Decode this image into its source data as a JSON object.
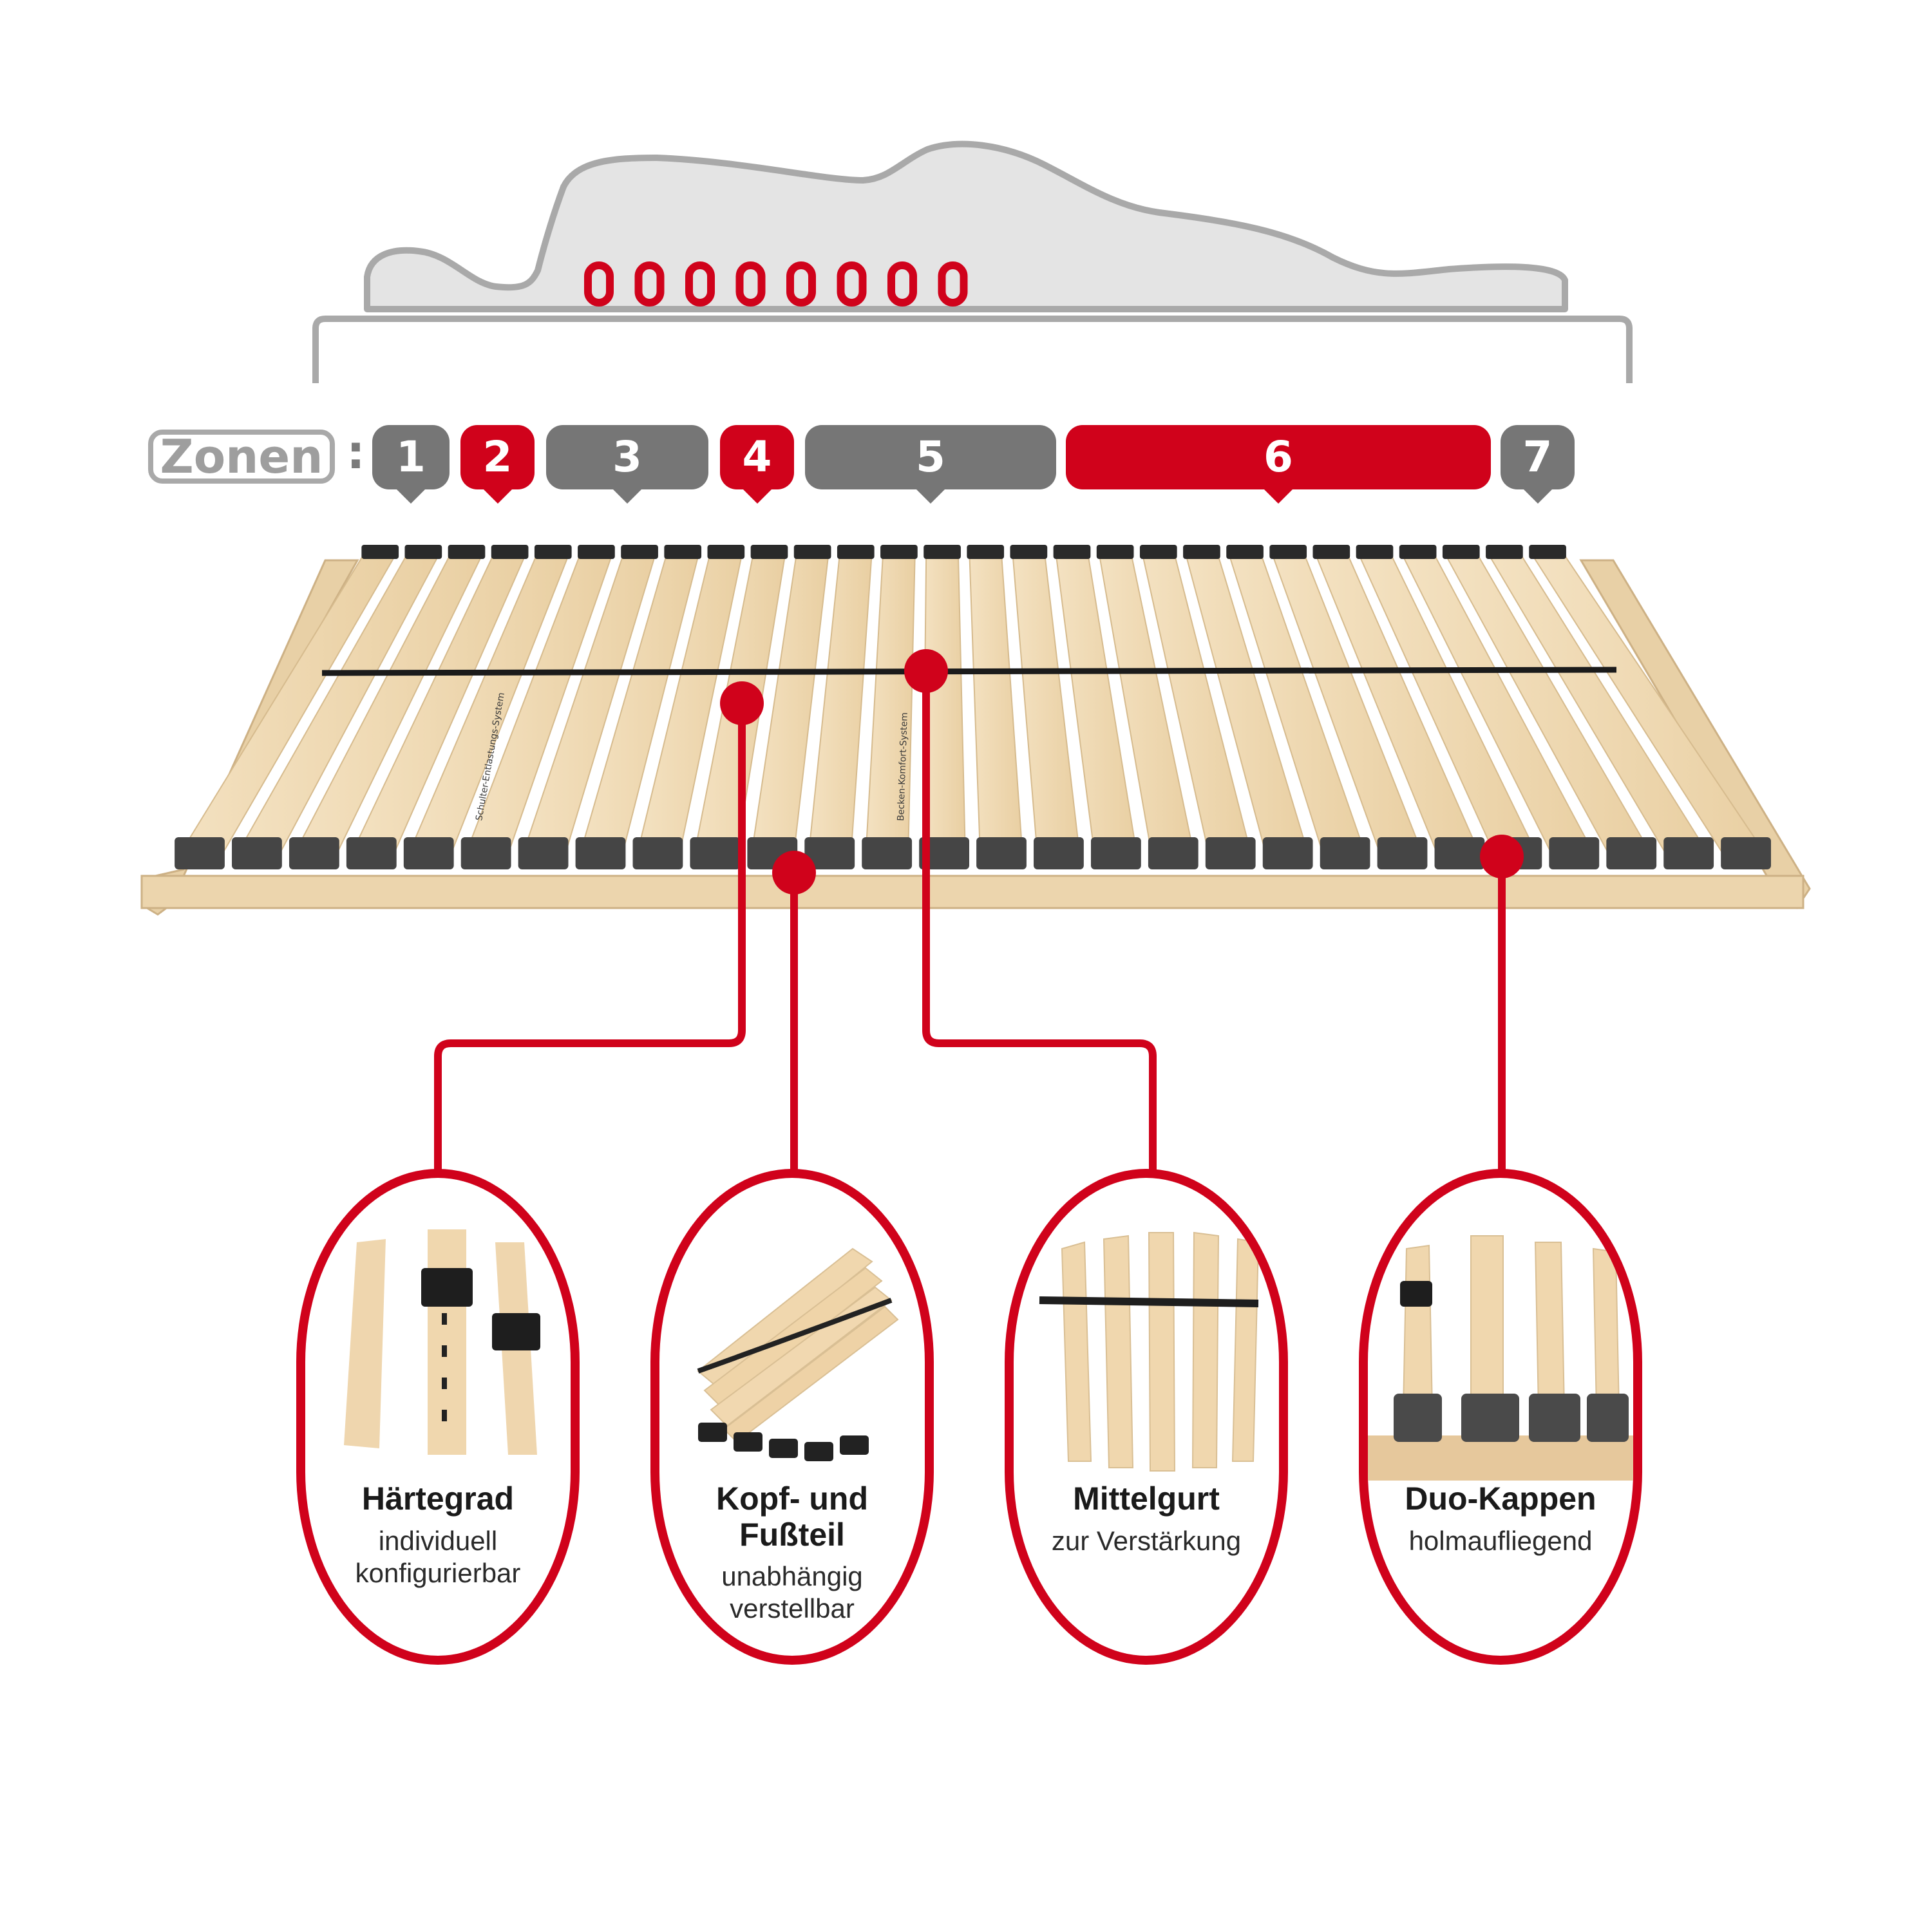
{
  "colors": {
    "accent": "#d0021b",
    "zone_grey": "#767676",
    "outline_grey": "#a9a9a9",
    "silhouette_fill": "#e4e4e4",
    "wood": "#f1dcb8",
    "cap_black": "#2a2a2a"
  },
  "diagram": {
    "marker_count": 8,
    "zones_label": "Zonen",
    "zones": [
      {
        "label": "1",
        "highlight": false
      },
      {
        "label": "2",
        "highlight": true
      },
      {
        "label": "3",
        "highlight": false
      },
      {
        "label": "4",
        "highlight": true
      },
      {
        "label": "5",
        "highlight": false
      },
      {
        "label": "6",
        "highlight": true
      },
      {
        "label": "7",
        "highlight": false
      }
    ]
  },
  "frame": {
    "slat_count": 28,
    "slat_labels": [
      "Schulter-Entlastungs-System",
      "Becken-Komfort-System"
    ]
  },
  "features": [
    {
      "title": "Härtegrad",
      "subtitle": [
        "individuell",
        "konfigurierbar"
      ],
      "icon": "adjustable-firmness-slider"
    },
    {
      "title": "Kopf- und Fußteil",
      "title_lines": [
        "Kopf- und",
        "Fußteil"
      ],
      "subtitle": [
        "unabhängig",
        "verstellbar"
      ],
      "icon": "adjustable-head-foot"
    },
    {
      "title": "Mittelgurt",
      "subtitle": [
        "zur Verstärkung"
      ],
      "icon": "center-strap"
    },
    {
      "title": "Duo-Kappen",
      "subtitle": [
        "holmaufliegend"
      ],
      "icon": "duo-caps"
    }
  ]
}
